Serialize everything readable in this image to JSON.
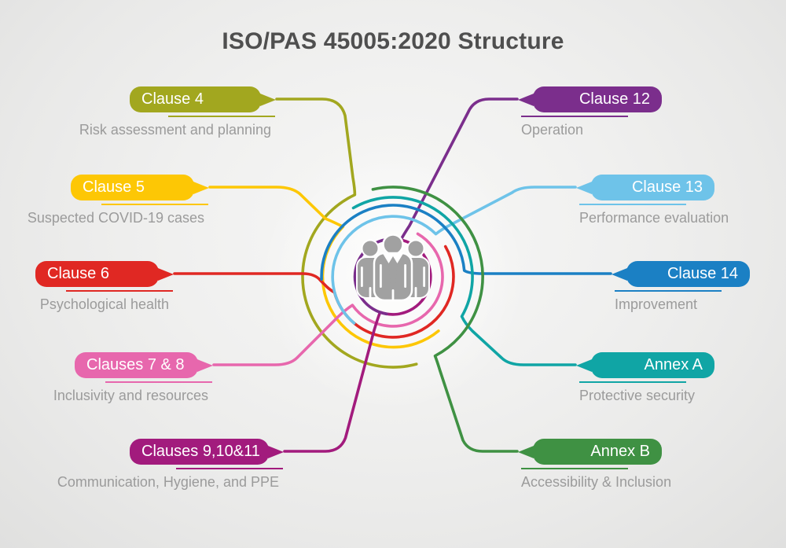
{
  "title": "ISO/PAS 45005:2020 Structure",
  "center": {
    "icon": "people-group-icon",
    "icon_color": "#a1a1a1"
  },
  "clauses": [
    {
      "id": "clause-4",
      "label": "Clause 4",
      "caption": "Risk assessment and planning",
      "color": "#a2a71f",
      "side": "left"
    },
    {
      "id": "clause-5",
      "label": "Clause 5",
      "caption": "Suspected COVID-19 cases",
      "color": "#fdc705",
      "side": "left"
    },
    {
      "id": "clause-6",
      "label": "Clause 6",
      "caption": "Psychological health",
      "color": "#e02823",
      "side": "left"
    },
    {
      "id": "clauses-7-8",
      "label": "Clauses 7 & 8",
      "caption": "Inclusivity and resources",
      "color": "#e767ad",
      "side": "left"
    },
    {
      "id": "clauses-9-10-11",
      "label": "Clauses 9,10&11",
      "caption": "Communication, Hygiene, and PPE",
      "color": "#a21b7d",
      "side": "left"
    },
    {
      "id": "clause-12",
      "label": "Clause 12",
      "caption": "Operation",
      "color": "#7b2e8c",
      "side": "right"
    },
    {
      "id": "clause-13",
      "label": "Clause 13",
      "caption": "Performance evaluation",
      "color": "#6ec3e9",
      "side": "right"
    },
    {
      "id": "clause-14",
      "label": "Clause 14",
      "caption": "Improvement",
      "color": "#1b80c4",
      "side": "right"
    },
    {
      "id": "annex-a",
      "label": "Annex A",
      "caption": "Protective security",
      "color": "#10a5a5",
      "side": "right"
    },
    {
      "id": "annex-b",
      "label": "Annex B",
      "caption": "Accessibility & Inclusion",
      "color": "#3f9143",
      "side": "right"
    }
  ]
}
